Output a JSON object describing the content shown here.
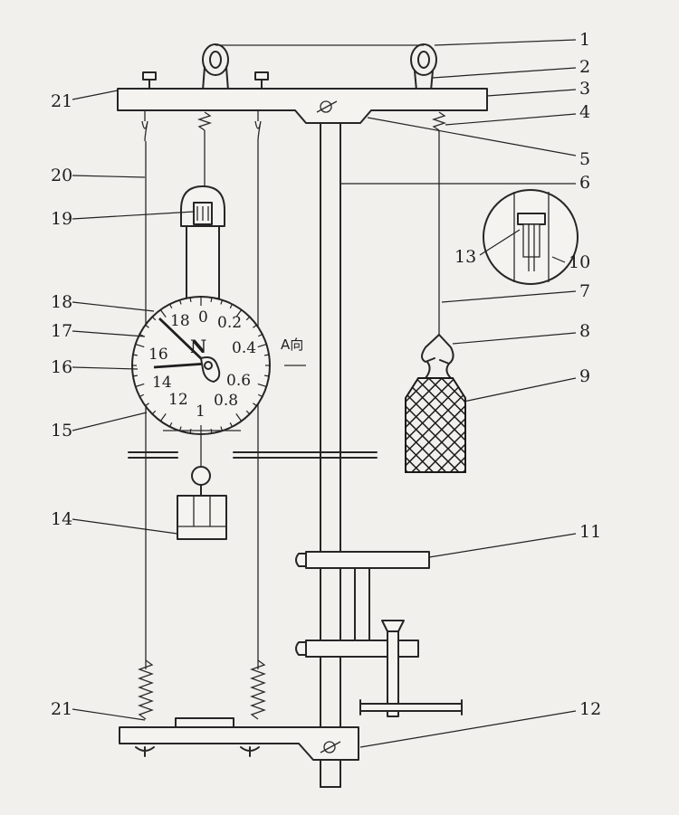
{
  "dial": {
    "unit": "N",
    "ticks": [
      "0",
      "0.2",
      "0.4",
      "0.6",
      "0.8",
      "1",
      "12",
      "14",
      "16",
      "18"
    ]
  },
  "direction_note": "A向",
  "callouts": [
    {
      "id": "c1",
      "text": "1"
    },
    {
      "id": "c2",
      "text": "2"
    },
    {
      "id": "c3",
      "text": "3"
    },
    {
      "id": "c4",
      "text": "4"
    },
    {
      "id": "c5",
      "text": "5"
    },
    {
      "id": "c6",
      "text": "6"
    },
    {
      "id": "c7",
      "text": "7"
    },
    {
      "id": "c8",
      "text": "8"
    },
    {
      "id": "c9",
      "text": "9"
    },
    {
      "id": "c10",
      "text": "10"
    },
    {
      "id": "c11",
      "text": "11"
    },
    {
      "id": "c12",
      "text": "12"
    },
    {
      "id": "c13",
      "text": "13"
    },
    {
      "id": "c14",
      "text": "14"
    },
    {
      "id": "c15",
      "text": "15"
    },
    {
      "id": "c16",
      "text": "16"
    },
    {
      "id": "c17",
      "text": "17"
    },
    {
      "id": "c18",
      "text": "18"
    },
    {
      "id": "c19",
      "text": "19"
    },
    {
      "id": "c20",
      "text": "20"
    },
    {
      "id": "c21a",
      "text": "21"
    },
    {
      "id": "c21b",
      "text": "21"
    }
  ]
}
